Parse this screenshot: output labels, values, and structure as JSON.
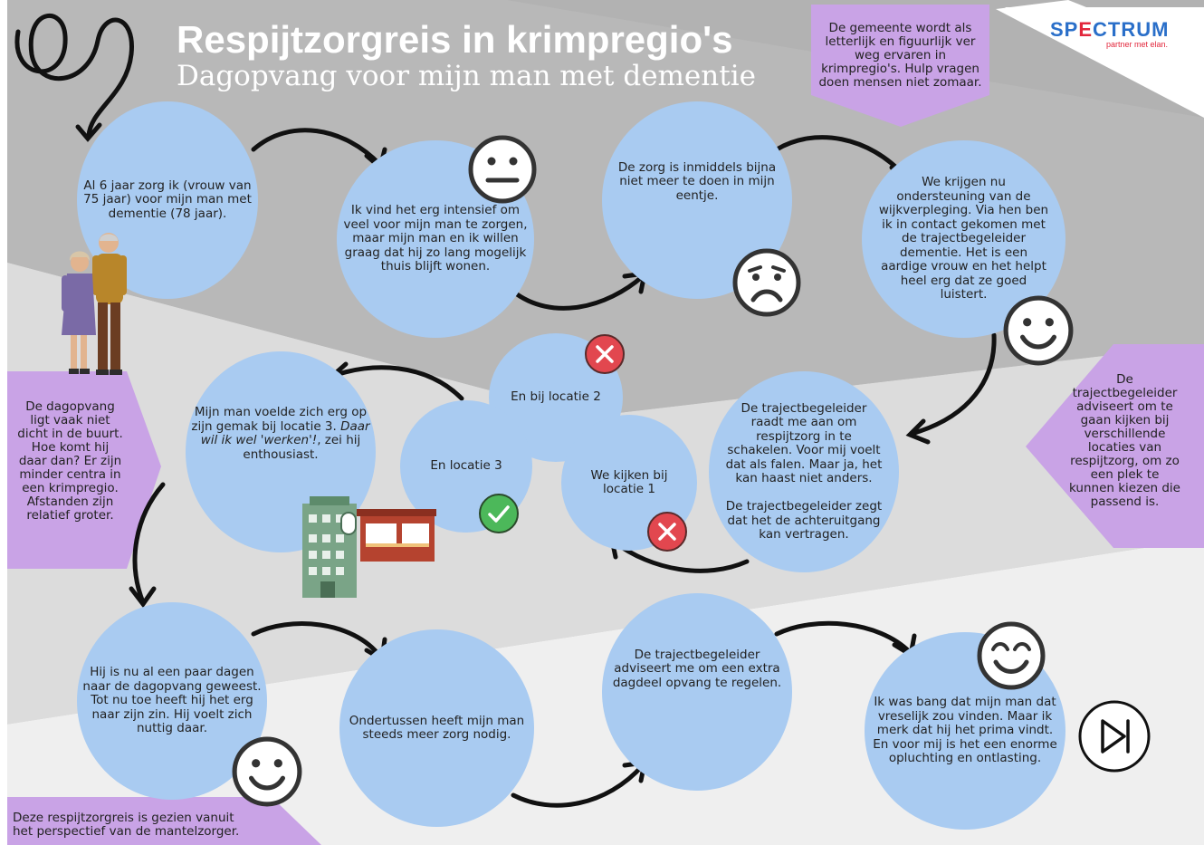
{
  "header": {
    "title": "Respijtzorgreis in krimpregio's",
    "subtitle": "Dagopvang voor mijn man met dementie"
  },
  "logo": {
    "word_a": "SP",
    "word_e": "E",
    "word_b": "CTRUM",
    "tagline": "partner met elan."
  },
  "steps": [
    {
      "text": "Al 6 jaar zorg ik (vrouw van\n75 jaar) voor mijn man met\ndementie (78 jaar)."
    },
    {
      "text": "Ik vind het erg intensief om\nveel voor mijn man te zorgen,\nmaar mijn man en ik willen\ngraag dat hij zo lang mogelijk\nthuis blijft wonen."
    },
    {
      "text": "De zorg is inmiddels bijna\nniet meer te doen in mijn\neentje."
    },
    {
      "text": "We krijgen nu\nondersteuning van de\nwijkverpleging. Via hen ben\nik in contact gekomen met\nde trajectbegeleider\ndementie. Het is een\naardige vrouw en het helpt\nheel erg dat ze goed\nluistert."
    },
    {
      "text": "De trajectbegeleider\nraadt me aan om\nrespijtzorg in te\nschakelen. Voor mij voelt\ndat als falen. Maar ja, het\nkan haast niet anders.\n\nDe trajectbegeleider zegt\ndat het de achteruitgang\nkan vertragen."
    },
    {
      "text": "We kijken bij\nlocatie 1"
    },
    {
      "text": "En bij locatie 2"
    },
    {
      "text": "En locatie 3"
    },
    {
      "text_a": "Mijn man voelde zich erg op\nzijn gemak bij locatie 3. ",
      "text_em": "Daar\nwil ik wel 'werken'!",
      "text_b": ", zei hij\nenthousiast."
    },
    {
      "text": "Hij is nu al een paar dagen\nnaar de dagopvang geweest.\nTot nu toe heeft hij het erg\nnaar zijn zin. Hij voelt zich\nnuttig daar."
    },
    {
      "text": "Ondertussen heeft mijn man\nsteeds meer zorg nodig."
    },
    {
      "text": "De trajectbegeleider\nadviseert me om een extra\ndagdeel opvang te regelen."
    },
    {
      "text": "Ik was bang dat mijn man dat\nvreselijk zou vinden. Maar ik\nmerk dat hij het prima vindt.\nEn voor mij is het een enorme\nopluchting en ontlasting."
    }
  ],
  "notes": {
    "municipality": "De gemeente  wordt als\nletterlijk en figuurlijk ver\nweg ervaren in\nkrimpregio's. Hulp vragen\ndoen mensen niet zomaar.",
    "advice": "De\ntrajectbegeleider\nadviseert om te\ngaan kijken bij\nverschillende\nlocaties van\nrespijtzorg, om zo\neen plek te\nkunnen kiezen die\npassend is.",
    "daycare": "De dagopvang\nligt vaak niet\ndicht in de buurt.\nHoe komt hij\ndaar dan? Er zijn\nminder centra in\neen krimpregio.\nAfstanden zijn\nrelatief groter.",
    "perspective": "Deze respijtzorgreis is gezien vanuit\nhet perspectief van de mantelzorger."
  },
  "colors": {
    "circle": "#a9cbf1",
    "purple": "#c9a3e6",
    "dark_band": "#b4b4b4",
    "light_band": "#dcdcdc",
    "cross": "#e2474f",
    "check": "#4cb85a"
  }
}
